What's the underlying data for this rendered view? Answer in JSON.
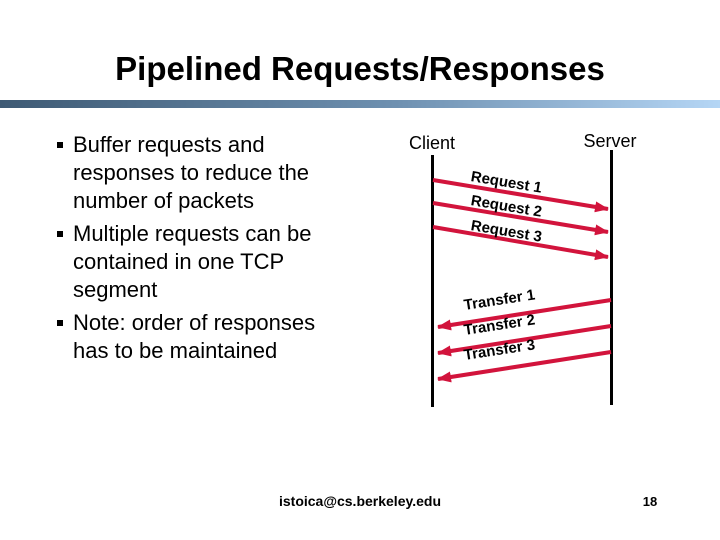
{
  "slide": {
    "title": "Pipelined Requests/Responses",
    "bullets": [
      "Buffer requests and responses to reduce the number of packets",
      "Multiple requests can be contained in one TCP segment",
      "Note: order of responses has to be maintained"
    ],
    "diagram": {
      "client_label": "Client",
      "server_label": "Server",
      "requests": [
        "Request 1",
        "Request 2",
        "Request 3"
      ],
      "transfers": [
        "Transfer 1",
        "Transfer 2",
        "Transfer 3"
      ]
    },
    "footer": {
      "email": "istoica@cs.berkeley.edu",
      "page_number": "18"
    },
    "colors": {
      "background": "#ffffff",
      "text": "#000000",
      "bar_left": "#3e5a74",
      "bar_mid": "#6e90b0",
      "bar_right": "#b5d6f5",
      "arrow": "#d2143c",
      "line": "#000000"
    }
  }
}
